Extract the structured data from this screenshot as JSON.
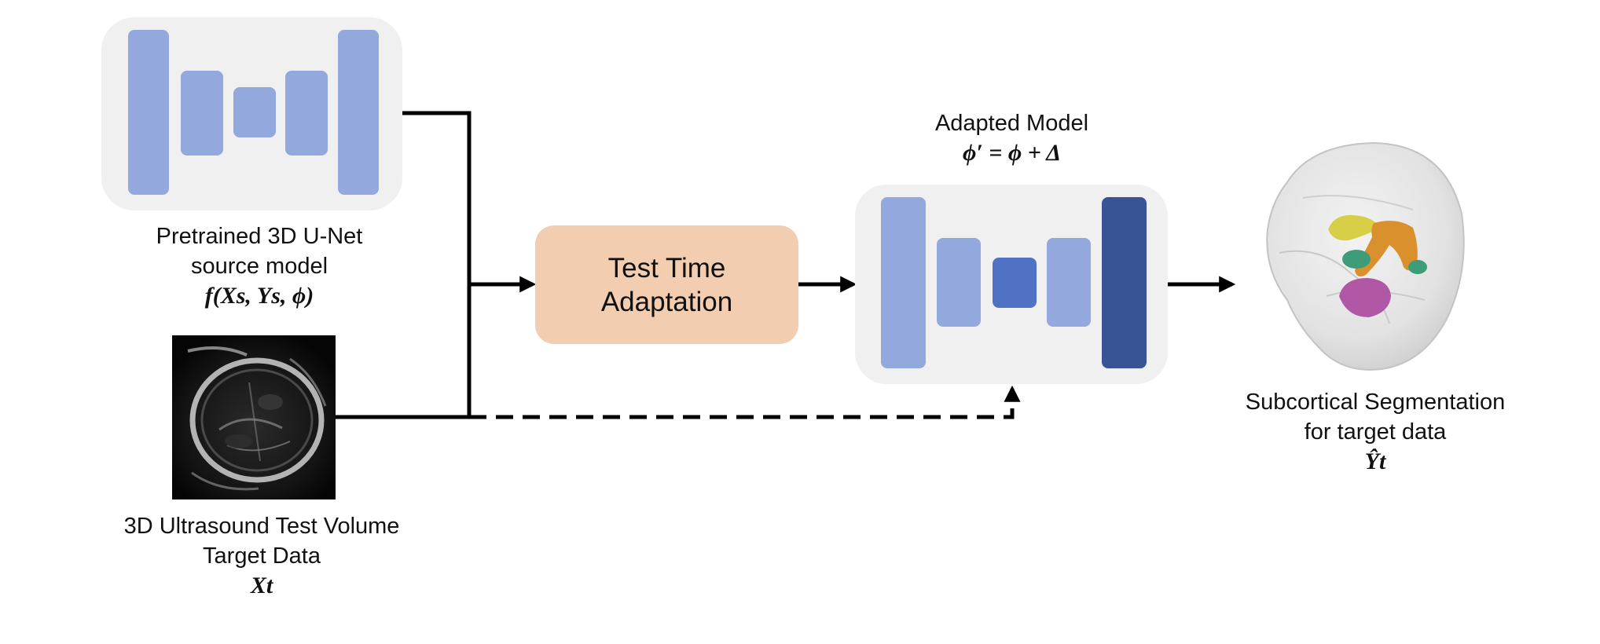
{
  "source_model": {
    "caption_line1": "Pretrained 3D U-Net",
    "caption_line2": "source model",
    "formula": "f(Xs, Ys, ϕ)"
  },
  "target_data": {
    "caption_line1": "3D Ultrasound Test Volume",
    "caption_line2": "Target Data",
    "formula": "Xt"
  },
  "tta": {
    "line1": "Test Time",
    "line2": "Adaptation"
  },
  "adapted_model": {
    "title": "Adapted Model",
    "formula": "ϕ′ = ϕ + Δ"
  },
  "output": {
    "caption_line1": "Subcortical Segmentation",
    "caption_line2": "for target data",
    "formula": "Ŷt"
  },
  "colors": {
    "panel_bg": "#f0f0f0",
    "unet_block_light": "#93a8dc",
    "unet_bottleneck_mid": "#4f72c4",
    "unet_output_dark": "#385494",
    "tta_box": "#f2cdaf",
    "arrows": "#000000"
  }
}
